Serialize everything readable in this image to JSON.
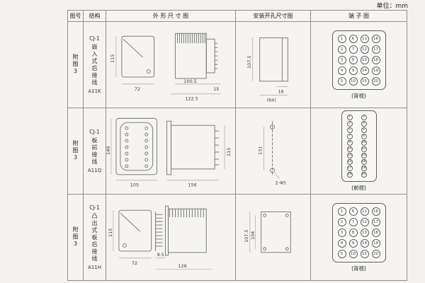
{
  "unit_label": "单位：mm",
  "table": {
    "headers": [
      "图号",
      "结构",
      "外 形 尺 寸 图",
      "安装开孔尺寸图",
      "端 子 图"
    ],
    "rows": [
      {
        "fig_no": "附图3",
        "model": "CJ-1",
        "structure": "嵌入式后接线",
        "code": "A11K",
        "dims": {
          "front_h": "115",
          "front_w": "72",
          "body_d": "100.5",
          "total_d": "122.5",
          "tail": "15"
        },
        "mount": {
          "h": "107.5",
          "w1": "16",
          "w2": "(64)"
        },
        "terminal_caption": "(背视)",
        "terminal_numbers": [
          1,
          6,
          11,
          16,
          2,
          7,
          12,
          17,
          3,
          8,
          13,
          18,
          4,
          9,
          14,
          19,
          5,
          10,
          15,
          20
        ]
      },
      {
        "fig_no": "附图3",
        "model": "CJ-1",
        "structure": "板前接线",
        "code": "A11Q",
        "dims": {
          "front_h": "149",
          "front_w": "105",
          "body_d": "156",
          "side_h": "115"
        },
        "mount": {
          "h": "131",
          "holes": "2-Φ5"
        },
        "terminal_caption": "(前视)",
        "terminal_numbers": [
          1,
          2,
          3,
          4,
          5,
          6,
          7,
          8,
          9,
          10,
          11,
          12,
          13,
          14,
          15,
          16,
          17,
          18,
          19,
          20
        ]
      },
      {
        "fig_no": "附图3",
        "model": "CJ-1",
        "structure": "凸出式板后接线",
        "code": "A11H",
        "dims": {
          "front_h": "115",
          "front_w": "72",
          "pin": "9.5",
          "body_d": "126"
        },
        "mount": {
          "h": "107.5",
          "w": "104"
        },
        "terminal_caption": "(背视)",
        "terminal_numbers": [
          1,
          6,
          11,
          16,
          2,
          7,
          12,
          17,
          3,
          8,
          13,
          18,
          4,
          9,
          14,
          19,
          5,
          10,
          15,
          20
        ]
      }
    ]
  }
}
